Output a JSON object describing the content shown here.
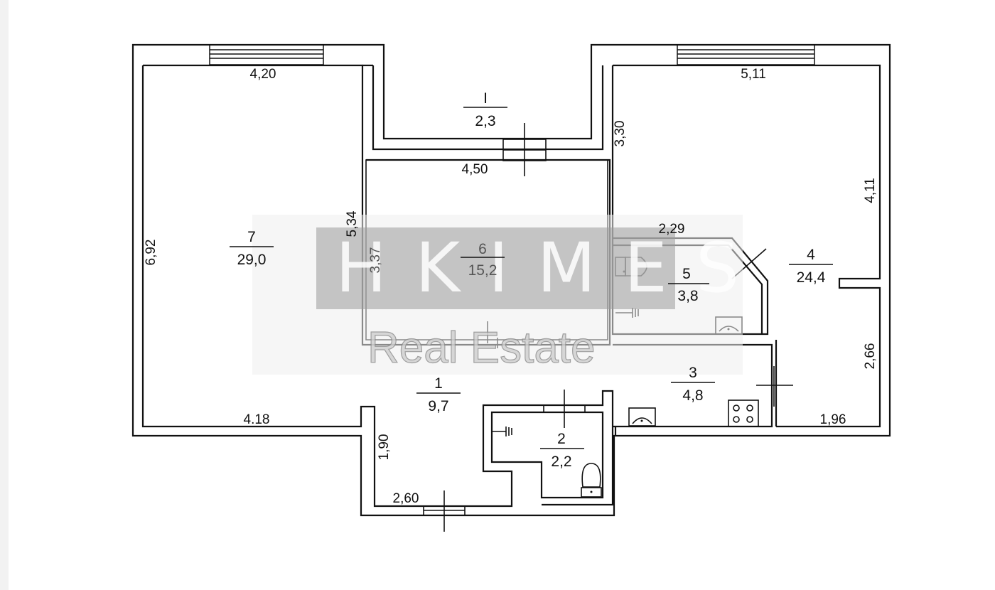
{
  "rooms": [
    {
      "number": "7",
      "area": "29,0"
    },
    {
      "number": "6",
      "area": "15,2"
    },
    {
      "number": "I",
      "area": "2,3"
    },
    {
      "number": "5",
      "area": "3,8"
    },
    {
      "number": "4",
      "area": "24,4"
    },
    {
      "number": "3",
      "area": "4,8"
    },
    {
      "number": "2",
      "area": "2,2"
    },
    {
      "number": "1",
      "area": "9,7"
    }
  ],
  "dimensions": {
    "room7_top": "4,20",
    "room7_left": "6,92",
    "room7_right": "5,34",
    "room7_bottom": "4.18",
    "room6_top": "4,50",
    "room6_left": "3,37",
    "balcony_side": "3,30",
    "room4_top": "5,11",
    "room4_right_upper": "4,11",
    "room4_right_lower": "2,66",
    "room5_top": "2,29",
    "kitchen_bottom": "1,96",
    "hall_left": "1,90",
    "hall_bottom": "2,60"
  },
  "watermark": {
    "letters": "HKIMES",
    "subtitle": "Real Estate"
  }
}
